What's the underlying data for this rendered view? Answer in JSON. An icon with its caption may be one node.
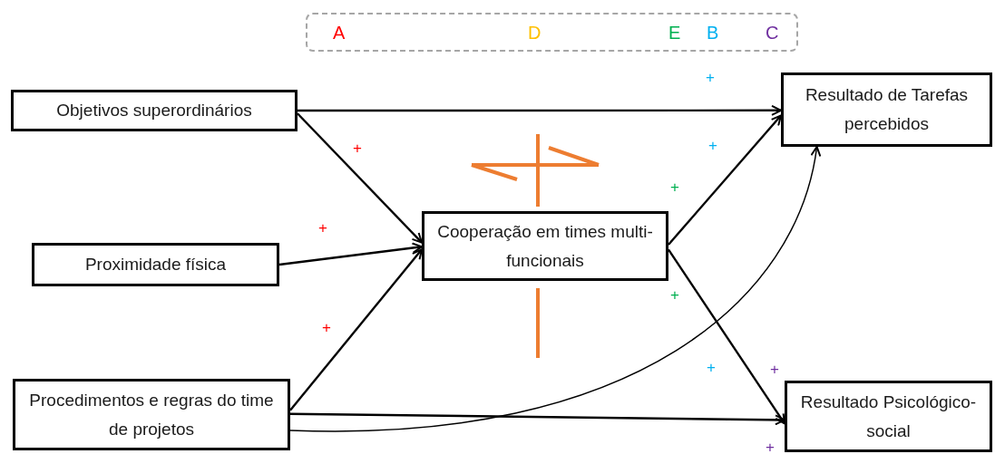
{
  "diagram": {
    "nodes": [
      {
        "text": [
          "A",
          "D",
          "E",
          "B",
          "C"
        ]
      },
      {
        "text": [
          "Objetivos superordinários"
        ]
      },
      {
        "text": [
          "Proximidade física"
        ]
      },
      {
        "text": [
          "Procedimentos e regras do time de projetos"
        ]
      },
      {
        "text": [
          "Cooperação em times multi-funcionais"
        ]
      },
      {
        "text": [
          "Resultado de Tarefas percebidos"
        ]
      },
      {
        "text": [
          "Resultado Psicológico-social"
        ]
      }
    ],
    "edges": [
      {
        "from": 1,
        "to": 5,
        "arrow": "to"
      },
      {
        "from": 1,
        "to": 4,
        "arrow": "to"
      },
      {
        "from": 2,
        "to": 4,
        "arrow": "to"
      },
      {
        "from": 3,
        "to": 4,
        "arrow": "to"
      },
      {
        "from": 4,
        "to": 5,
        "arrow": "to"
      },
      {
        "from": 4,
        "to": 6,
        "arrow": "to"
      },
      {
        "from": 3,
        "to": 6,
        "arrow": "to"
      },
      {
        "from": 3,
        "to": 5,
        "arrow": "to"
      }
    ],
    "labels": [
      "+",
      "+",
      "+",
      "+",
      "+",
      "+",
      "+",
      "+",
      "+",
      "+"
    ]
  }
}
